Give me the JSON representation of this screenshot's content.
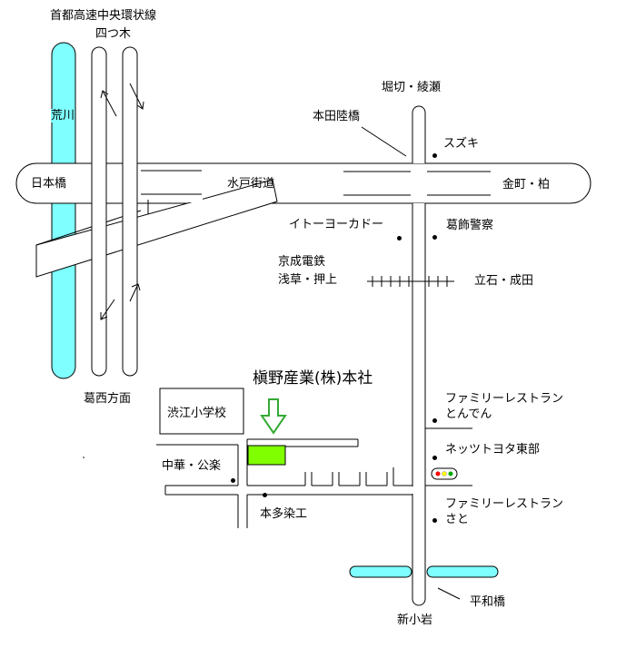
{
  "labels": {
    "expressway": "首都高速中央環状線",
    "yotsugi": "四つ木",
    "arakawa": "荒川",
    "nihonbashi": "日本橋",
    "mito_kaido": "水戸街道",
    "kanamachi": "金町・柏",
    "horikiri": "堀切・綾瀬",
    "hondarikkyo": "本田陸橋",
    "suzuki": "スズキ",
    "itoyokado": "イトーヨーカドー",
    "katsushika_police": "葛飾警察",
    "keisei": "京成電鉄",
    "asakusa": "浅草・押上",
    "tateishi": "立石・成田",
    "kasai": "葛西方面",
    "company": "槇野産業(株)本社",
    "shibue_school": "渋江小学校",
    "chuka": "中華・公楽",
    "honda_senko": "本多染工",
    "family1_a": "ファミリーレストラン",
    "family1_b": "とんでん",
    "netz_toyota": "ネッツトヨタ東部",
    "family2_a": "ファミリーレストラン",
    "family2_b": "さと",
    "heiwabashi": "平和橋",
    "shinkoiwa": "新小岩"
  },
  "colors": {
    "river": "#7fffff",
    "target": "#80ff00",
    "arrow": "#33aa33",
    "signal_red": "#ff0000",
    "signal_yellow": "#ffff00",
    "signal_green": "#00aa00"
  }
}
